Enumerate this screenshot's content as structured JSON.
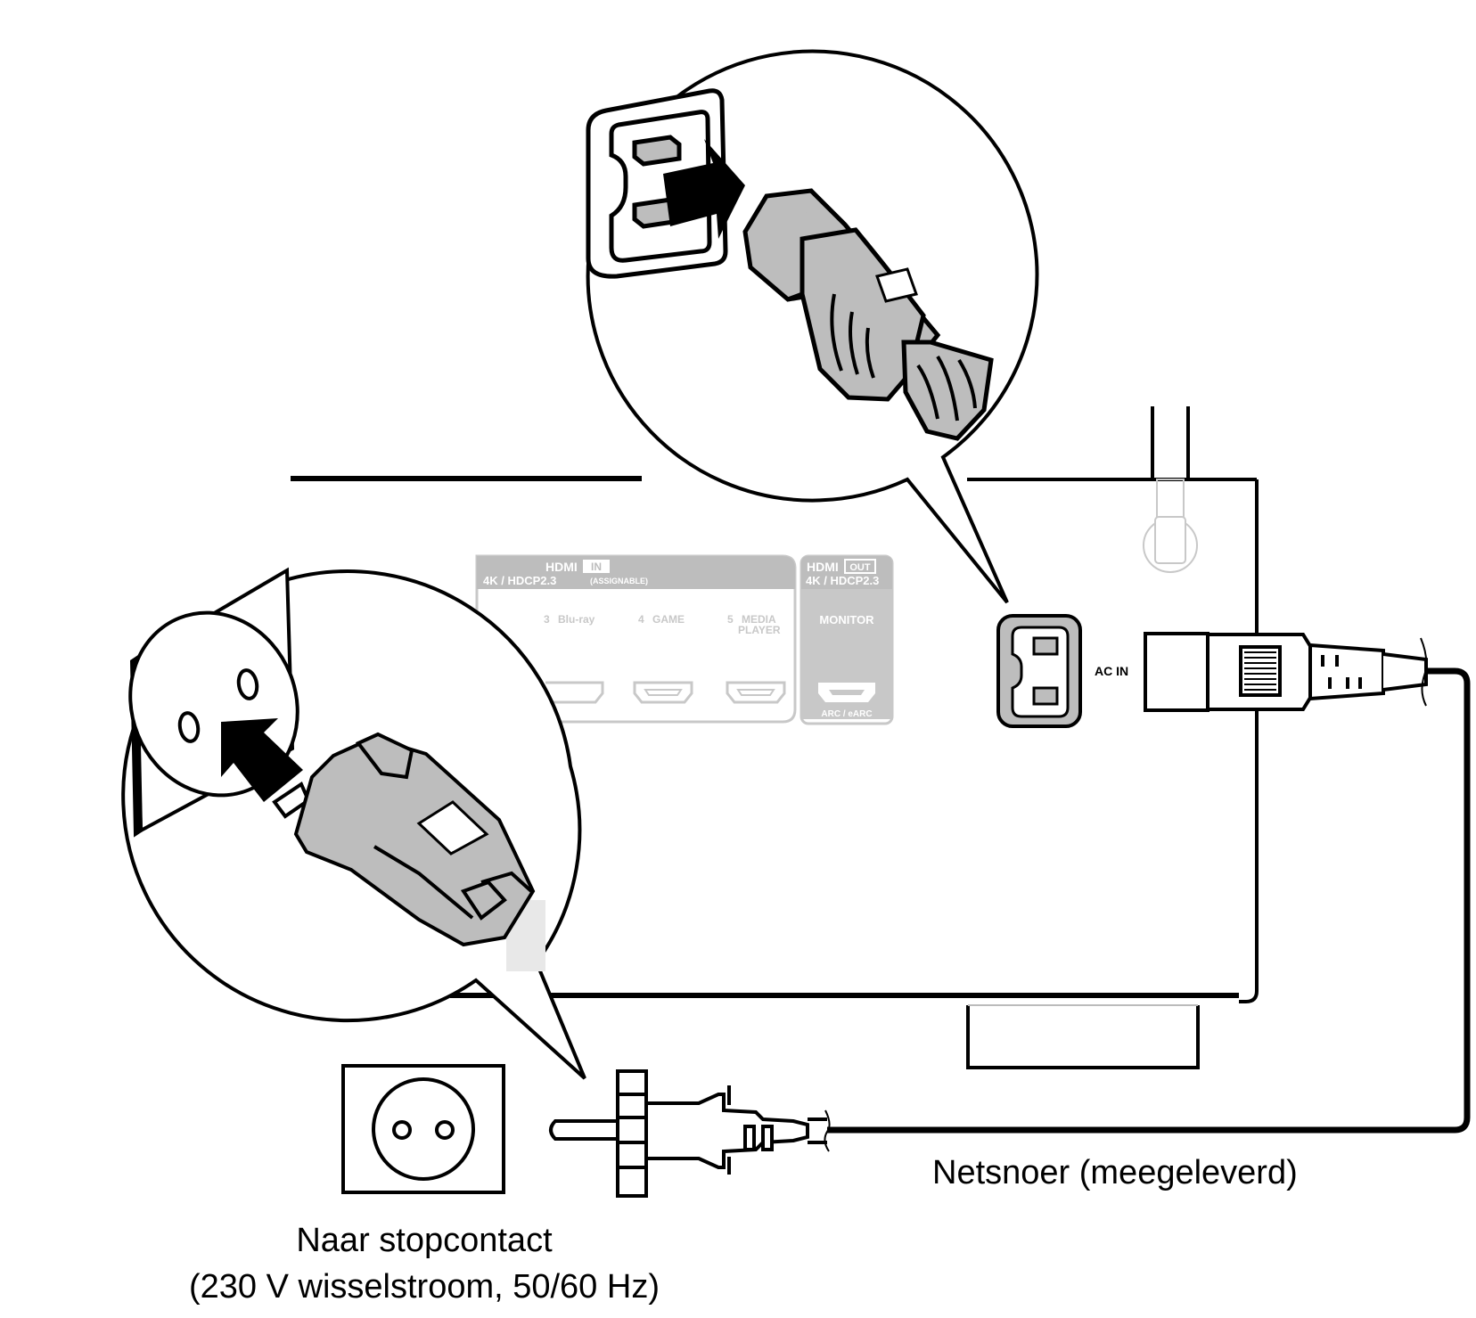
{
  "hdmi_in": {
    "title": "HDMI",
    "badge": "IN",
    "spec": "4K / HDCP2.3",
    "assignable": "(ASSIGNABLE)",
    "inputs": [
      {
        "num": "3",
        "name": "Blu-ray"
      },
      {
        "num": "4",
        "name": "GAME"
      },
      {
        "num": "5",
        "name": "MEDIA"
      }
    ],
    "input5_line2": "PLAYER"
  },
  "hdmi_out": {
    "title": "HDMI",
    "badge": "OUT",
    "spec": "4K / HDCP2.3",
    "port": "MONITOR",
    "arc": "ARC / eARC"
  },
  "ac_in": "AC IN",
  "labels": {
    "cord": "Netsnoer (meegeleverd)",
    "outlet_line1": "Naar stopcontact",
    "outlet_line2": "(230 V wisselstroom, 50/60 Hz)"
  }
}
